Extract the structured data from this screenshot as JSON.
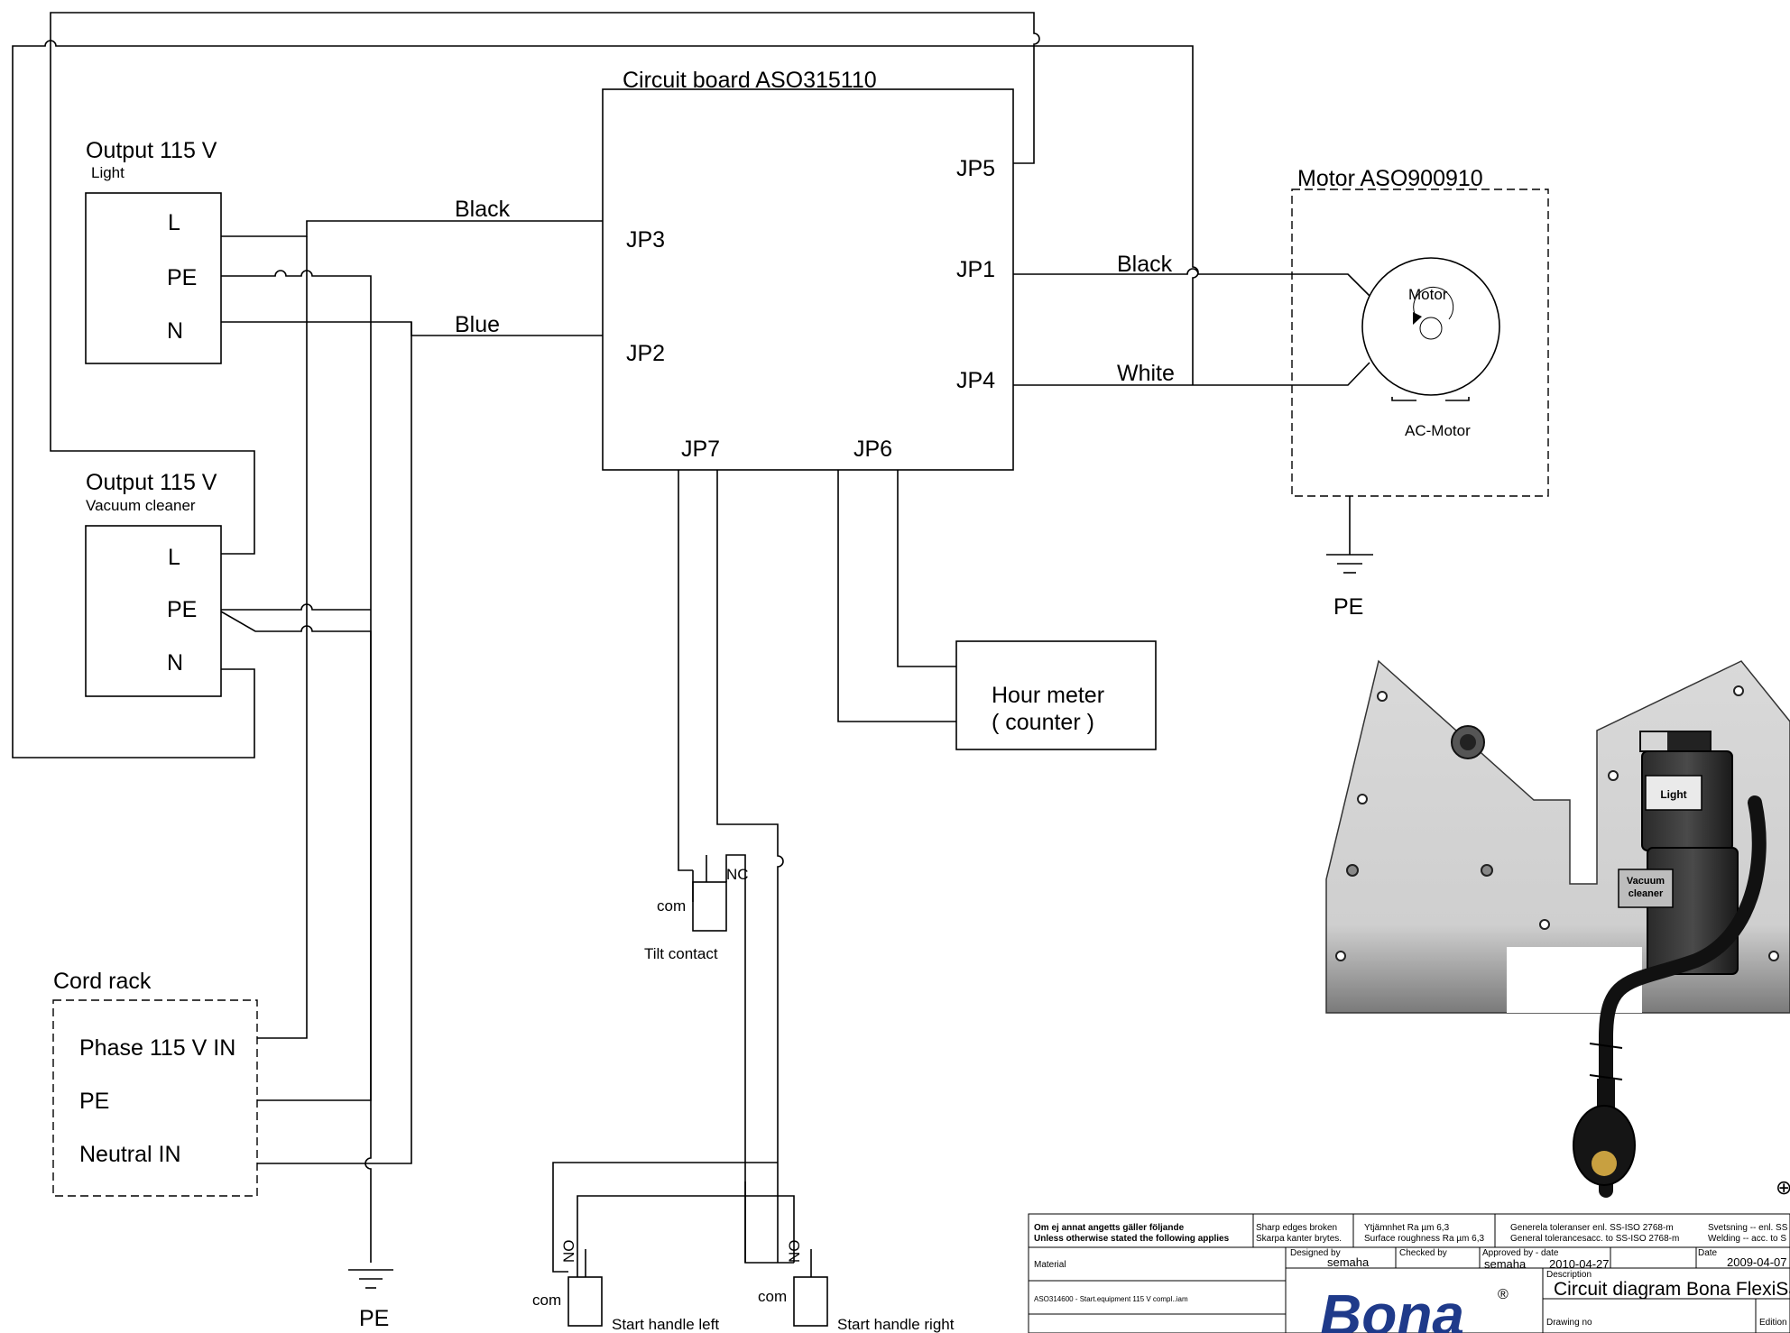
{
  "circuit_board": {
    "title": "Circuit board ASO315110",
    "jp5": "JP5",
    "jp3": "JP3",
    "jp1": "JP1",
    "jp2": "JP2",
    "jp4": "JP4",
    "jp7": "JP7",
    "jp6": "JP6"
  },
  "wires": {
    "black_left": "Black",
    "blue": "Blue",
    "black_right": "Black",
    "white": "White"
  },
  "output_light": {
    "title": "Output 115 V",
    "subtitle": "Light",
    "l": "L",
    "pe": "PE",
    "n": "N"
  },
  "output_vacuum": {
    "title": "Output 115 V",
    "subtitle": "Vacuum cleaner",
    "l": "L",
    "pe": "PE",
    "n": "N"
  },
  "cord_rack": {
    "title": "Cord rack",
    "phase": "Phase 115 V IN",
    "pe": "PE",
    "neutral": "Neutral IN"
  },
  "motor": {
    "title": "Motor  ASO900910",
    "label": "Motor",
    "type": "AC-Motor"
  },
  "ground_labels": {
    "motor_pe": "PE",
    "bottom_pe": "PE"
  },
  "hour_meter": {
    "line1": "Hour meter",
    "line2": "( counter )"
  },
  "tilt_contact": {
    "com": "com",
    "nc": "NC",
    "label": "Tilt contact"
  },
  "start_left": {
    "no": "NO",
    "com": "com",
    "label": "Start handle left"
  },
  "start_right": {
    "no": "NO",
    "com": "com",
    "label": "Start handle right"
  },
  "panel_photo": {
    "light_label": "Light",
    "vacuum_label_1": "Vacuum",
    "vacuum_label_2": "cleaner"
  },
  "title_block": {
    "apply_sv": "Om ej annat angetts gäller följande",
    "apply_en": "Unless otherwise stated the following applies",
    "edges_en": "Sharp edges broken",
    "edges_sv": "Skarpa kanter brytes.",
    "roughness_sv": "Ytjämnhet Ra µm 6,3",
    "roughness_en": "Surface roughness Ra µm 6,3",
    "tol_sv": "Generela toleranser enl. SS-ISO 2768-m",
    "tol_en": "General tolerancesacc. to  SS-ISO 2768-m",
    "weld_sv": "Svetsning -- enl. SS",
    "weld_en": "Welding -- acc. to  S",
    "material_label": "Material",
    "designed_by_label": "Designed by",
    "designed_by": "semaha",
    "checked_by_label": "Checked by",
    "approved_label": "Approved by - date",
    "approved_by": "semaha",
    "approved_date": "2010-04-27",
    "date_label": "Date",
    "date": "2009-04-07",
    "part_ref": "ASO314600 - Start.equipment  115 V compl..iam",
    "description_label": "Description",
    "description": "Circuit diagram Bona FlexiSand",
    "drawing_no_label": "Drawing no",
    "edition_label": "Edition",
    "logo": "Bona",
    "registered": "®"
  }
}
